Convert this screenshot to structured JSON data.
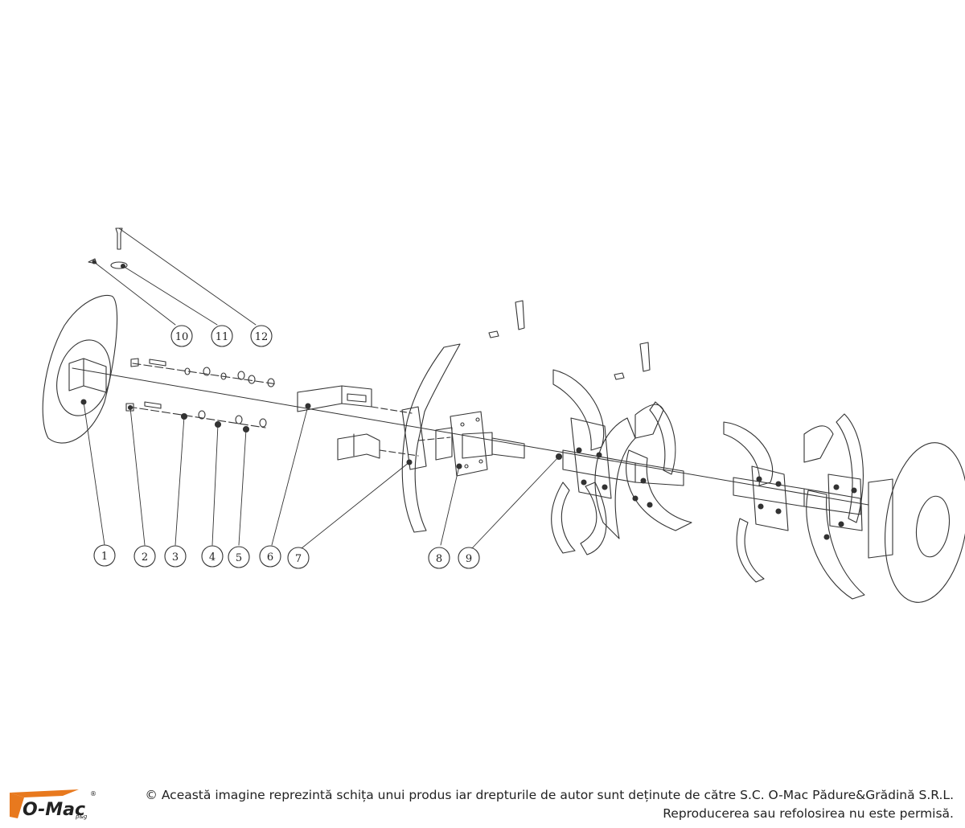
{
  "callouts": [
    "1",
    "2",
    "3",
    "4",
    "5",
    "6",
    "7",
    "8",
    "9",
    "10",
    "11",
    "12"
  ],
  "footer": {
    "line1": "© Această imagine reprezintă schița unui produs iar drepturile de autor sunt deținute de către S.C. O-Mac Pădure&Grădină S.R.L.",
    "line2": "Reproducerea sau refolosirea nu este permisă."
  },
  "logo": {
    "text": "O-Mac",
    "sub": "p&g",
    "mark": "®"
  },
  "colors": {
    "line": "#333333",
    "logo_orange": "#e8791e",
    "text": "#222222"
  }
}
